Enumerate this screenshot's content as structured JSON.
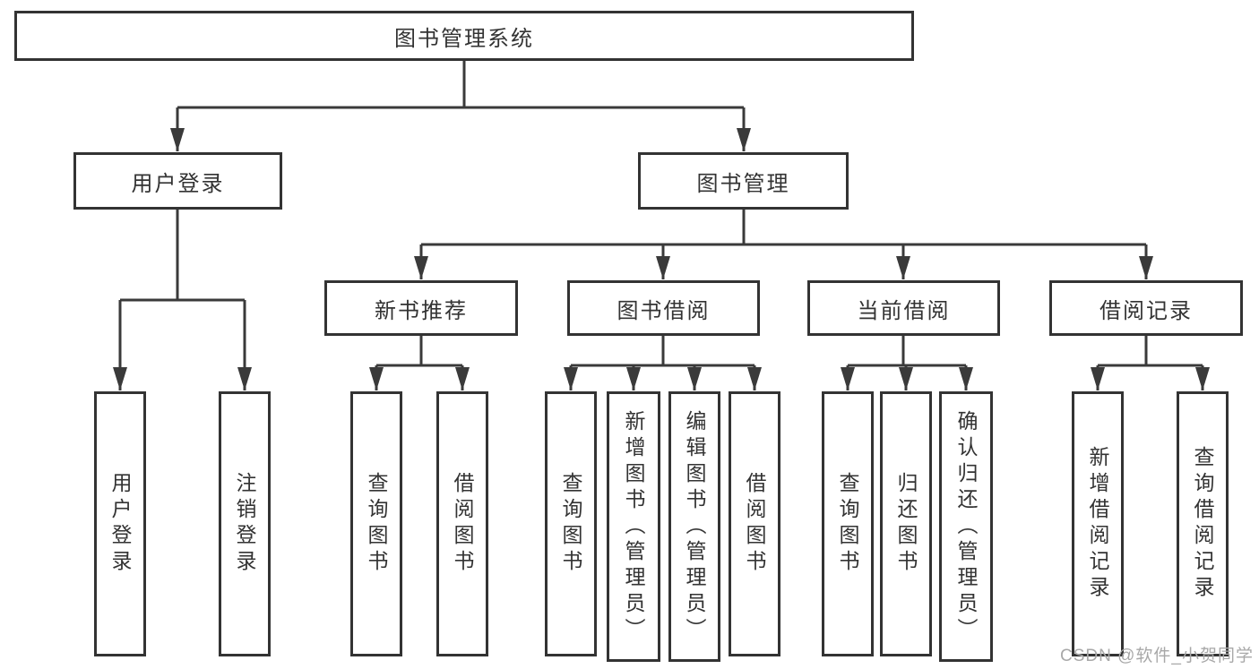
{
  "diagram": {
    "title": "图书管理系统",
    "nodes": {
      "root": "图书管理系统",
      "user_login": "用户登录",
      "book_mgmt": "图书管理",
      "new_book_rec": "新书推荐",
      "book_borrow": "图书借阅",
      "current_borrow": "当前借阅",
      "borrow_records": "借阅记录",
      "leaf_user_login": "用户登录",
      "leaf_logout_login": "注销登录",
      "leaf_nbr_query_book": "查询图书",
      "leaf_nbr_borrow_book": "借阅图书",
      "leaf_bb_query_book": "查询图书",
      "leaf_bb_add_book_admin": "新增图书（管理员）",
      "leaf_bb_edit_book_admin": "编辑图书（管理员）",
      "leaf_bb_borrow_book": "借阅图书",
      "leaf_cb_query_book": "查询图书",
      "leaf_cb_return_book": "归还图书",
      "leaf_cb_confirm_return_admin": "确认归还（管理员）",
      "leaf_br_add_record": "新增借阅记录",
      "leaf_br_query_record": "查询借阅记录"
    },
    "hierarchy": [
      {
        "parent": "图书管理系统",
        "children": [
          "用户登录",
          "图书管理"
        ]
      },
      {
        "parent": "用户登录",
        "children": [
          "用户登录",
          "注销登录"
        ]
      },
      {
        "parent": "图书管理",
        "children": [
          "新书推荐",
          "图书借阅",
          "当前借阅",
          "借阅记录"
        ]
      },
      {
        "parent": "新书推荐",
        "children": [
          "查询图书",
          "借阅图书"
        ]
      },
      {
        "parent": "图书借阅",
        "children": [
          "查询图书",
          "新增图书（管理员）",
          "编辑图书（管理员）",
          "借阅图书"
        ]
      },
      {
        "parent": "当前借阅",
        "children": [
          "查询图书",
          "归还图书",
          "确认归还（管理员）"
        ]
      },
      {
        "parent": "借阅记录",
        "children": [
          "新增借阅记录",
          "查询借阅记录"
        ]
      }
    ]
  },
  "watermark": {
    "text": "CSDN @软件_小贺同学"
  },
  "colors": {
    "line": "#3a3a3a",
    "border": "#333333",
    "text": "#333333",
    "watermark": "#a8a8a8",
    "background": "#ffffff"
  }
}
